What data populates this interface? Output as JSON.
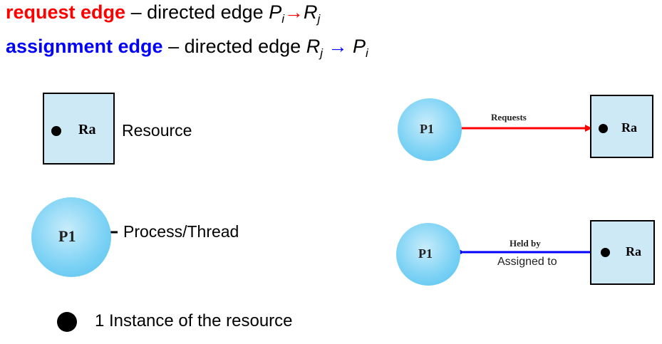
{
  "header": {
    "request_term": "request edge",
    "request_desc": " – directed edge ",
    "assignment_term": "assignment edge",
    "assignment_desc": " – directed edge ",
    "P": "P",
    "R": "R",
    "sub_i": "i",
    "sub_j": "j"
  },
  "legend": {
    "resource_label": "Ra",
    "resource_caption": "Resource",
    "process_label": "P1",
    "process_caption": "Process/Thread",
    "instance_caption": "1 Instance of the resource"
  },
  "request_diagram": {
    "process_label": "P1",
    "edge_label": "Requests",
    "resource_label": "Ra"
  },
  "assignment_diagram": {
    "process_label": "P1",
    "edge_label": "Held by",
    "edge_sublabel": "Assigned to",
    "resource_label": "Ra"
  },
  "colors": {
    "request": "#ff0000",
    "assignment": "#0000ff",
    "resource_fill": "#cde9f6",
    "process_fill": "#7fd3f5"
  }
}
